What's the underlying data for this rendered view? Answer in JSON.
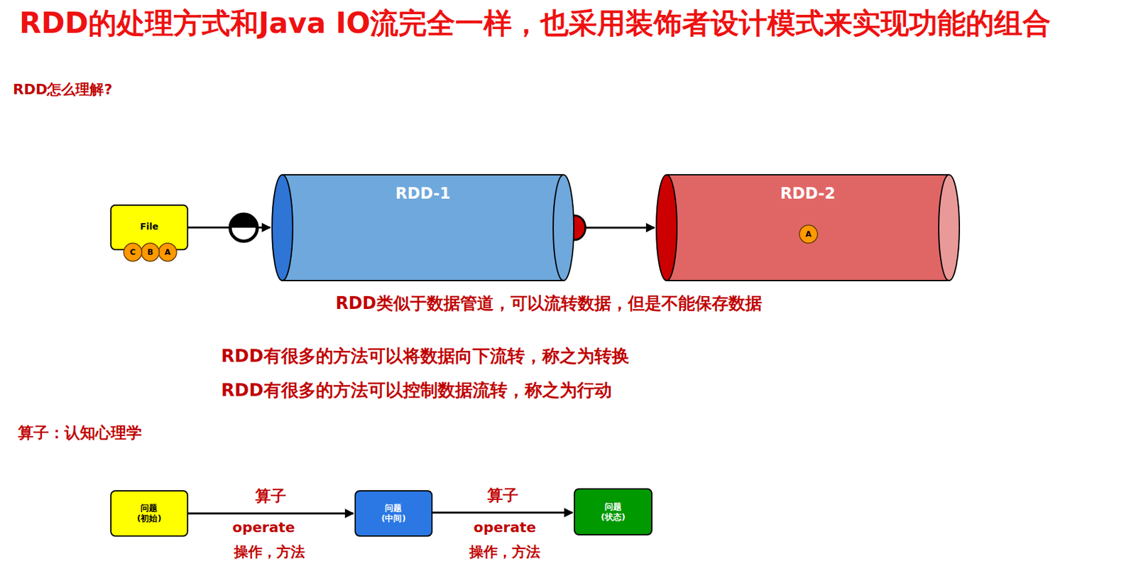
{
  "diagram": {
    "title": "RDD的处理方式和Java IO流完全一样，也采用装饰者设计模式来实现功能的组合",
    "nodes": [
      {
        "text": [
          "File"
        ]
      },
      {
        "text": [
          "C"
        ],
        "in": 0
      },
      {
        "text": [
          "B"
        ],
        "in": 0
      },
      {
        "text": [
          "A"
        ],
        "in": 0
      },
      {
        "text": [
          "RDD-1"
        ]
      },
      {
        "text": [
          "RDD-2"
        ]
      },
      {
        "text": [
          "A"
        ],
        "in": 5
      },
      {
        "text": [
          "问题 (初始)"
        ]
      },
      {
        "text": [
          "问题 (中间)"
        ]
      },
      {
        "text": [
          "问题 (状态)"
        ]
      }
    ],
    "edges": [
      {
        "from": 0,
        "to": 4,
        "arrow": "to"
      },
      {
        "from": 4,
        "to": 5,
        "arrow": "to"
      },
      {
        "from": 7,
        "to": 8,
        "label": "算子",
        "arrow": "to"
      },
      {
        "from": 8,
        "to": 9,
        "label": "算子",
        "arrow": "to"
      }
    ],
    "labels": [
      "RDD怎么理解?",
      "RDD类似于数据管道，可以流转数据，但是不能保存数据",
      "RDD有很多的方法可以将数据向下流转，称之为转换",
      "RDD有很多的方法可以控制数据流转，称之为行动",
      "算子：认知心理学",
      "operate",
      "操作，方法",
      "operate",
      "操作，方法"
    ]
  }
}
